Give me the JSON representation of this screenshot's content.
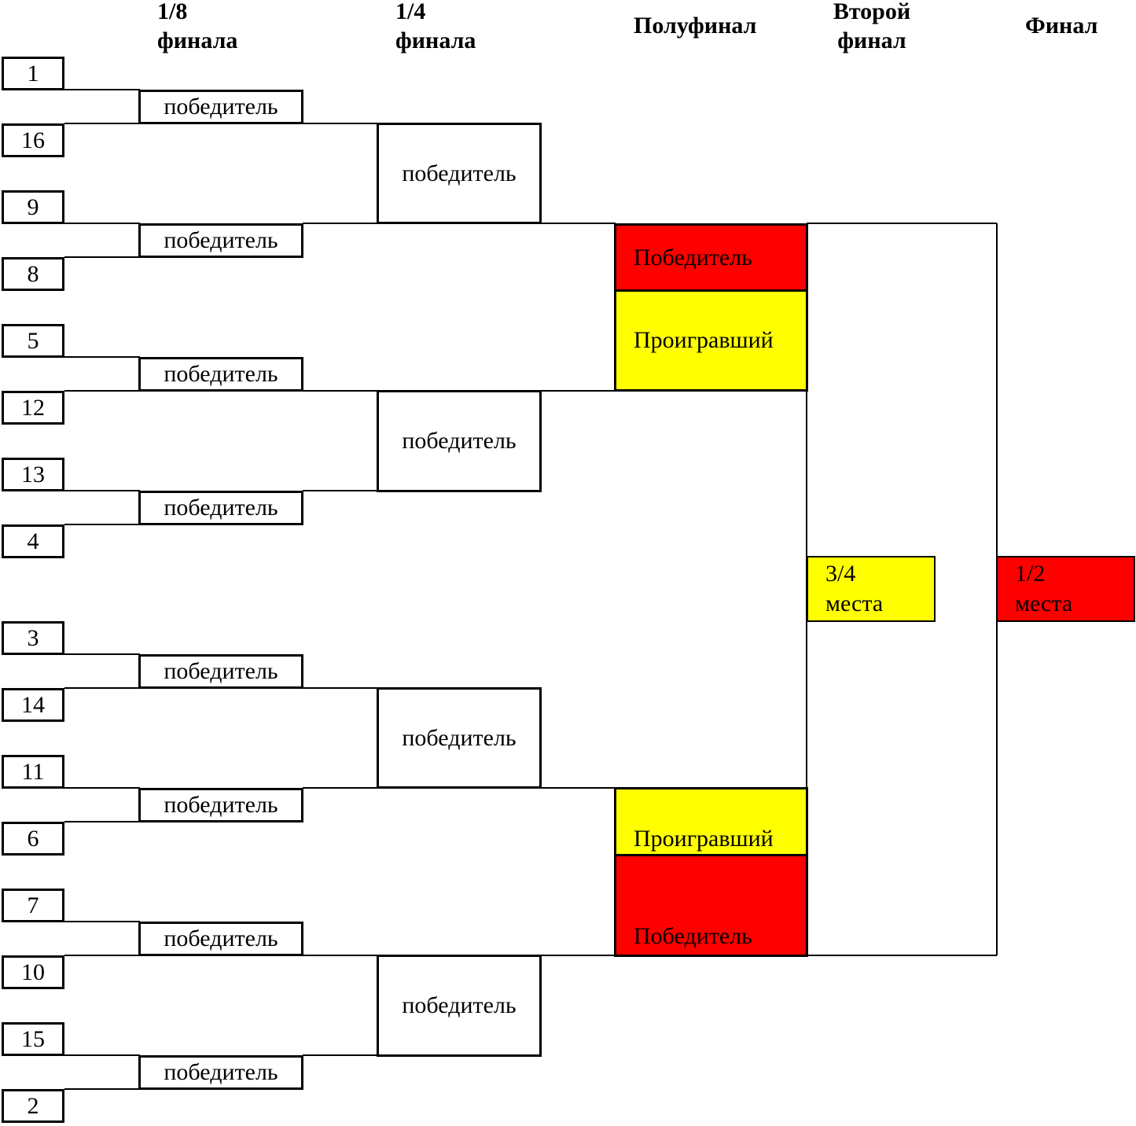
{
  "headers": {
    "round_of_16": [
      "1/8",
      "финала"
    ],
    "quarter_final": [
      "1/4",
      "финала"
    ],
    "semi_final": "Полуфинал",
    "second_final": [
      "Второй",
      "финал"
    ],
    "final": "Финал"
  },
  "seeds": [
    "1",
    "16",
    "9",
    "8",
    "5",
    "12",
    "13",
    "4",
    "3",
    "14",
    "11",
    "6",
    "7",
    "10",
    "15",
    "2"
  ],
  "round_of_16_label": "победитель",
  "quarter_final_label": "победитель",
  "semi_final": {
    "winner_label": "Победитель",
    "loser_label": "Проигравший"
  },
  "places": {
    "third_fourth": [
      "3/4",
      "места"
    ],
    "first_second": [
      "1/2",
      "места"
    ]
  },
  "colors": {
    "winner": "#ff0000",
    "loser": "#ffff00"
  }
}
